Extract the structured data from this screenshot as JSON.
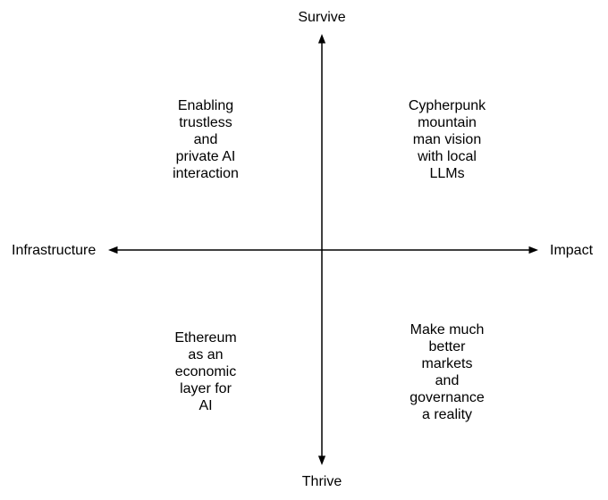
{
  "diagram": {
    "axis": {
      "top": "Survive",
      "bottom": "Thrive",
      "left": "Infrastructure",
      "right": "Impact"
    },
    "quadrants": {
      "top_left": "Enabling\ntrustless\nand\nprivate AI\ninteraction",
      "top_right": "Cypherpunk\nmountain\nman vision\nwith local\nLLMs",
      "bottom_left": "Ethereum\nas an\neconomic\nlayer for\nAI",
      "bottom_right": "Make much\nbetter\nmarkets\nand\ngovernance\na reality"
    },
    "colors": {
      "line": "#000000",
      "text": "#000000",
      "background": "#ffffff"
    }
  }
}
